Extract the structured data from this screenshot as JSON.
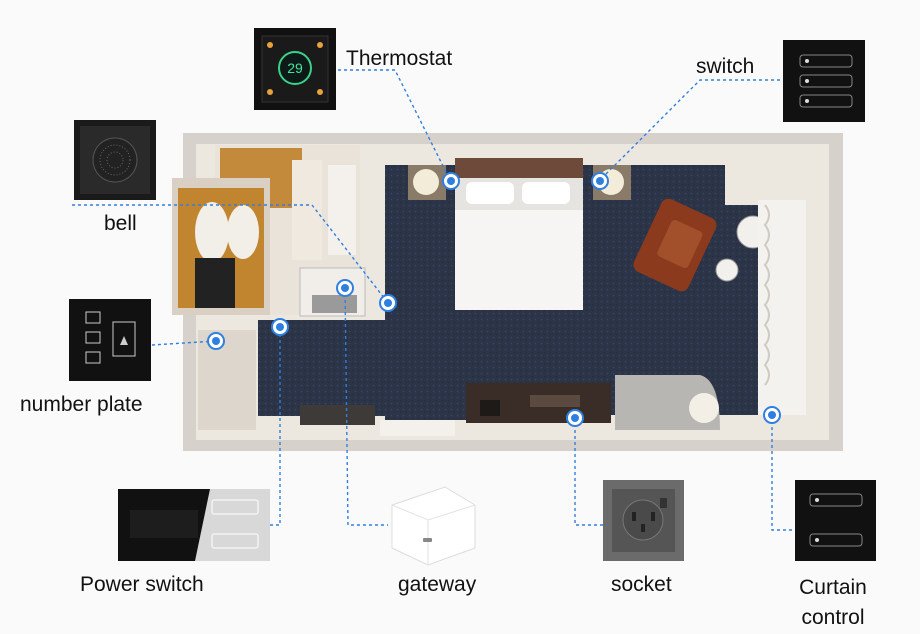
{
  "colors": {
    "connector": "#2f7fe0",
    "carpet": "#2c3448",
    "floor_light": "#e8e2d8",
    "panel_dark": "#141414",
    "wood": "#b8762a",
    "sofa": "#8b3a1e"
  },
  "devices": [
    {
      "id": "thermostat",
      "label": "Thermostat",
      "icon": "thermostat-icon",
      "display": "29"
    },
    {
      "id": "switch",
      "label": "switch",
      "icon": "switch-panel-icon"
    },
    {
      "id": "bell",
      "label": "bell",
      "icon": "bell-icon"
    },
    {
      "id": "number-plate",
      "label": "number plate",
      "icon": "number-plate-icon"
    },
    {
      "id": "power-switch",
      "label": "Power switch",
      "icon": "power-switch-icon"
    },
    {
      "id": "gateway",
      "label": "gateway",
      "icon": "gateway-icon"
    },
    {
      "id": "socket",
      "label": "socket",
      "icon": "socket-icon"
    },
    {
      "id": "curtain-control",
      "label": "Curtain control",
      "icon": "curtain-control-icon"
    }
  ]
}
